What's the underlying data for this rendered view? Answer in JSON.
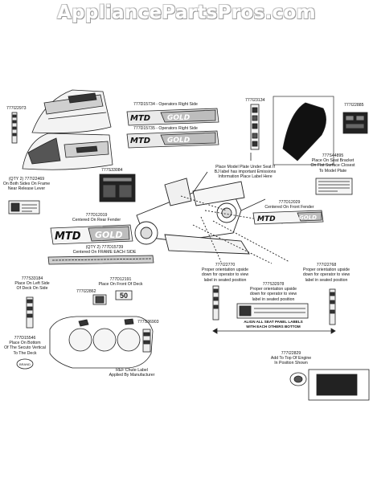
{
  "watermark": "AppliancePartsPros.com",
  "labels": {
    "p_777i22973": "777I22973",
    "p_777d15734": "777D15734 - Operators Right Side",
    "p_777d15735": "777D15735 - Operators Right Side",
    "p_777i23134": "777I23134",
    "p_777i22885": "777I22885",
    "p_777s44895": [
      "777S44895",
      "Place On Seat Bracket",
      "On Flat Surface Closest",
      "To Model Plate"
    ],
    "p_777s33084": "777S33084",
    "model_plate": [
      "Place Model Plate Under Seat If",
      "BJ label has important Emissions",
      "Information Place Label Here"
    ],
    "p_777i22469": [
      "(QTY 2) 777I22469",
      "On Both Sides On Frame",
      "Near Release Lever"
    ],
    "p_777d12019": [
      "777D12019",
      "Centered On Rear Fender"
    ],
    "p_777d12029": [
      "777D12029",
      "Centered On Front Fender"
    ],
    "p_777d15739": [
      "(QTY 2) 777D15739",
      "Centered On FRAME EACH SIDE"
    ],
    "p_777i22770": [
      "777I22770",
      "Proper orientation upside",
      "down for operator to view",
      "label in seated position"
    ],
    "p_777i22768": [
      "777I22768",
      "Proper orientation upside",
      "down for operator to view",
      "label in seated position"
    ],
    "p_777s32978": [
      "777S32978",
      "Proper orientation upside",
      "down for operator to view",
      "label in seated position"
    ],
    "p_777s33184": [
      "777S33184",
      "Place On Left Side",
      "Of Deck On Side"
    ],
    "p_777i22862": "777I22862",
    "p_777d12191": [
      "777D12191",
      "Place On Front Of Deck"
    ],
    "p_777s36903": "777S36903",
    "p_777d15546": [
      "777D15546",
      "Place On Bottom",
      "Of The Secuto Vertical",
      "To The Deck"
    ],
    "chute_label": [
      "REF Chute Label",
      "Applied By Manufacturer"
    ],
    "p_777i22829": [
      "777I22829",
      "Add To Top Of Engine",
      "In Position Shown"
    ],
    "align_note": [
      "ALIGN ALL SEAT PANEL LABELS",
      "WITH EACH OTHERS BOTTOM"
    ]
  },
  "decals": {
    "mtd_logo": "MTD",
    "gold_text": "GOLD",
    "deck_size": "50"
  }
}
